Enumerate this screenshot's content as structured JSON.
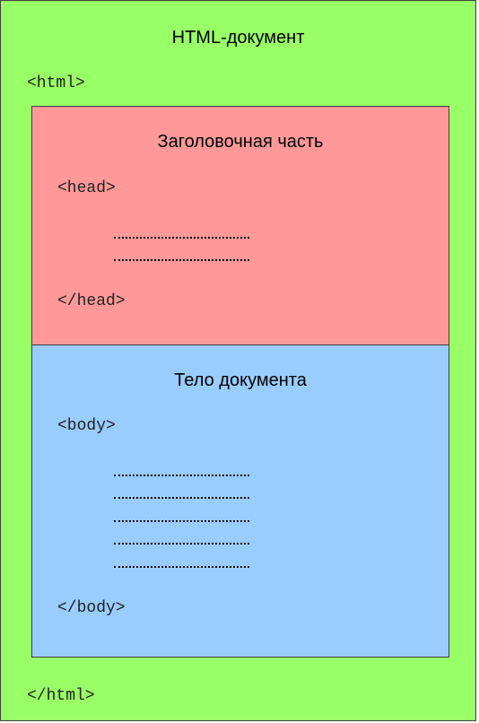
{
  "document": {
    "title": "HTML-документ",
    "open_tag": "<html>",
    "close_tag": "</html>",
    "color": "#99ff66"
  },
  "head_section": {
    "title": "Заголовочная часть",
    "open_tag": "<head>",
    "close_tag": "</head>",
    "dotted_lines": 2,
    "color": "#ff9999"
  },
  "body_section": {
    "title": "Тело документа",
    "open_tag": "<body>",
    "close_tag": "</body>",
    "dotted_lines": 5,
    "color": "#99ccff"
  }
}
